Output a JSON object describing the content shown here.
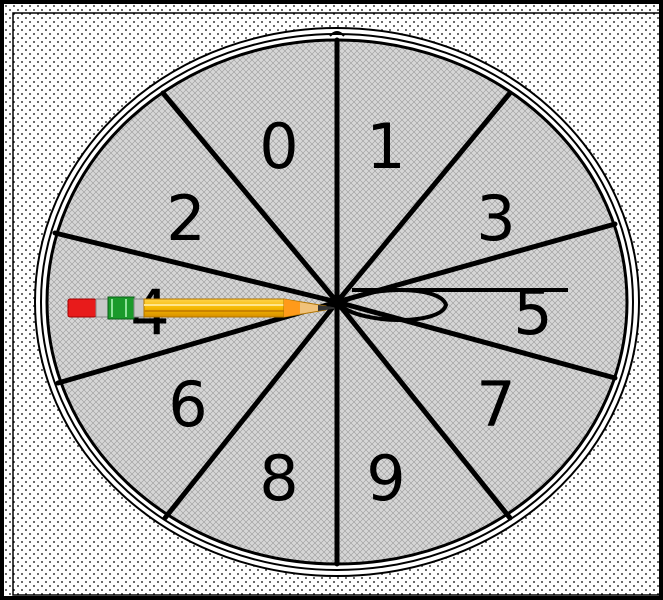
{
  "spinner": {
    "labels": {
      "n0": "0",
      "n1": "1",
      "n2": "2",
      "n3": "3",
      "n4": "4",
      "n5": "5",
      "n6": "6",
      "n7": "7",
      "n8": "8",
      "n9": "9"
    }
  },
  "colors": {
    "background_dots": "#000000",
    "wheel_fill": "#d9d9d9",
    "lines": "#000000",
    "pencil_body": "#f5b800",
    "pencil_eraser": "#e81b1b",
    "pencil_band": "#1a9a2b"
  },
  "icons": {
    "pointer": "pencil-icon",
    "anchor": "paperclip-loop-icon"
  }
}
